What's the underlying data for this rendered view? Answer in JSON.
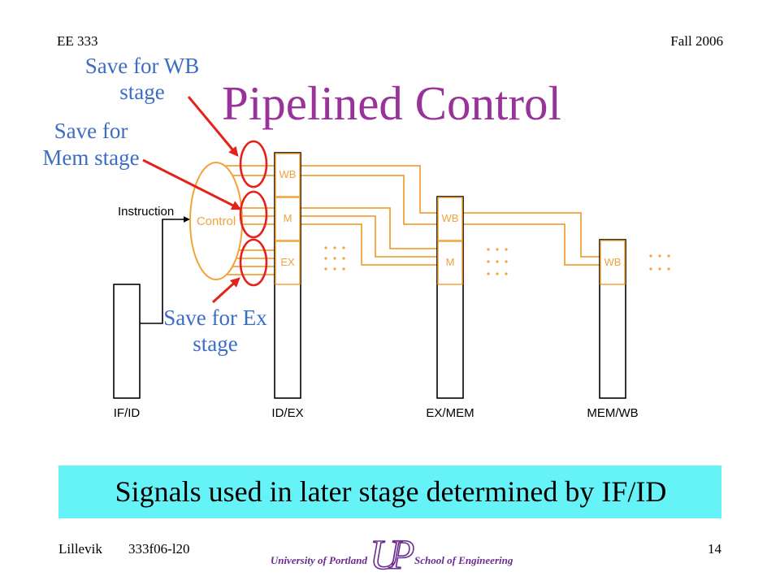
{
  "header": {
    "course": "EE 333",
    "term": "Fall 2006"
  },
  "title": "Pipelined Control",
  "annotations": {
    "wb": [
      "Save for WB",
      "stage"
    ],
    "mem": [
      "Save for",
      "Mem stage"
    ],
    "ex": [
      "Save for Ex",
      "stage"
    ]
  },
  "diagram": {
    "instruction_label": "Instruction",
    "control_label": "Control",
    "registers": [
      {
        "name": "IF/ID",
        "fields": []
      },
      {
        "name": "ID/EX",
        "fields": [
          "WB",
          "M",
          "EX"
        ]
      },
      {
        "name": "EX/MEM",
        "fields": [
          "WB",
          "M"
        ]
      },
      {
        "name": "MEM/WB",
        "fields": [
          "WB"
        ]
      }
    ]
  },
  "callout": "Signals used in later stage determined by IF/ID",
  "footer": {
    "author": "Lillevik",
    "file_id": "333f06-l20",
    "page_number": "14",
    "logo": {
      "left_text": "University of Portland",
      "mark": "UP",
      "right_text": "School of Engineering"
    }
  },
  "colors": {
    "title": "#993399",
    "annotation": "#3c6dc5",
    "highlight_red": "#e4221b",
    "control_wire": "#f2a33a",
    "callout_background": "#66f3f7",
    "logo": "#6b2c8f"
  }
}
